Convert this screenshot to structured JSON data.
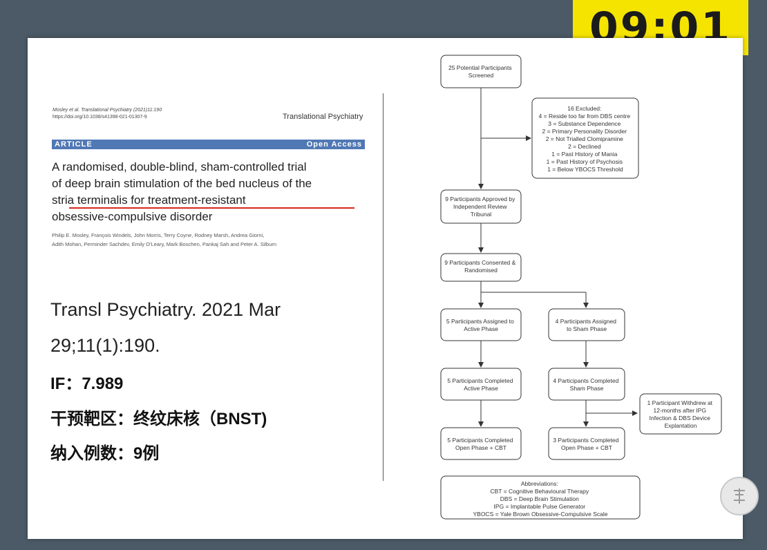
{
  "timer": "09:01",
  "article": {
    "citation_line": "Mosley et al. Translational Psychiatry (2021)11:190",
    "doi": "https://doi.org/10.1038/s41398-021-01307-9",
    "journal": "Translational Psychiatry",
    "badge_left": "ARTICLE",
    "badge_right": "Open Access",
    "title_lines": [
      "A randomised, double-blind, sham-controlled trial",
      "of deep brain stimulation of the bed nucleus of the",
      "stria terminalis for treatment-resistant",
      "obsessive-compulsive disorder"
    ],
    "authors_lines": [
      "Philip E. Mosley, François Windels, John Morris, Terry Coyne, Rodney Marsh, Andrea Giorni,",
      "Adith Mohan, Perminder Sachdev, Emily O'Leary, Mark Boschen, Pankaj Sah and Peter A. Silburn"
    ]
  },
  "notes": {
    "ref_line1": "Transl Psychiatry. 2021 Mar",
    "ref_line2": "29;11(1):190.",
    "if": "IF：7.989",
    "target": "干预靶区：终纹床核（BNST)",
    "cases": "纳入例数：9例"
  },
  "flowchart": {
    "screened": [
      "25 Potential Participants",
      "Screened"
    ],
    "excluded": [
      "16 Excluded:",
      "4 = Reside too far from DBS centre",
      "3 = Substance Dependence",
      "2 = Primary Personality Disorder",
      "2 = Not Trialled Clomipramine",
      "2 = Declined",
      "1 = Past History of Mania",
      "1 = Past History of Psychosis",
      "1 = Below YBOCS Threshold"
    ],
    "approved": [
      "9 Participants Approved by",
      "Independent Review",
      "Tribunal"
    ],
    "consented": [
      "9 Participants Consented &",
      "Randomised"
    ],
    "assigned_active": [
      "5 Participants Assigned to",
      "Active Phase"
    ],
    "assigned_sham": [
      "4 Participants Assigned",
      "to Sham Phase"
    ],
    "completed_active": [
      "5 Participants Completed",
      "Active Phase"
    ],
    "completed_sham": [
      "4 Participants Completed",
      "Sham Phase"
    ],
    "withdrew": [
      "1 Participant Withdrew at",
      "12-months after IPG",
      "Infection & DBS Device",
      "Explantation"
    ],
    "open_active": [
      "5 Participants Completed",
      "Open Phase + CBT"
    ],
    "open_sham": [
      "3 Participants Completed",
      "Open Phase + CBT"
    ],
    "abbreviations": [
      "Abbreviations:",
      "CBT = Cognitive Behavioural Therapy",
      "DBS = Deep Brain Stimulation",
      "IPG = Implantable Pulse Generator",
      "YBOCS = Yale Brown Obsessive-Compulsive Scale"
    ]
  }
}
